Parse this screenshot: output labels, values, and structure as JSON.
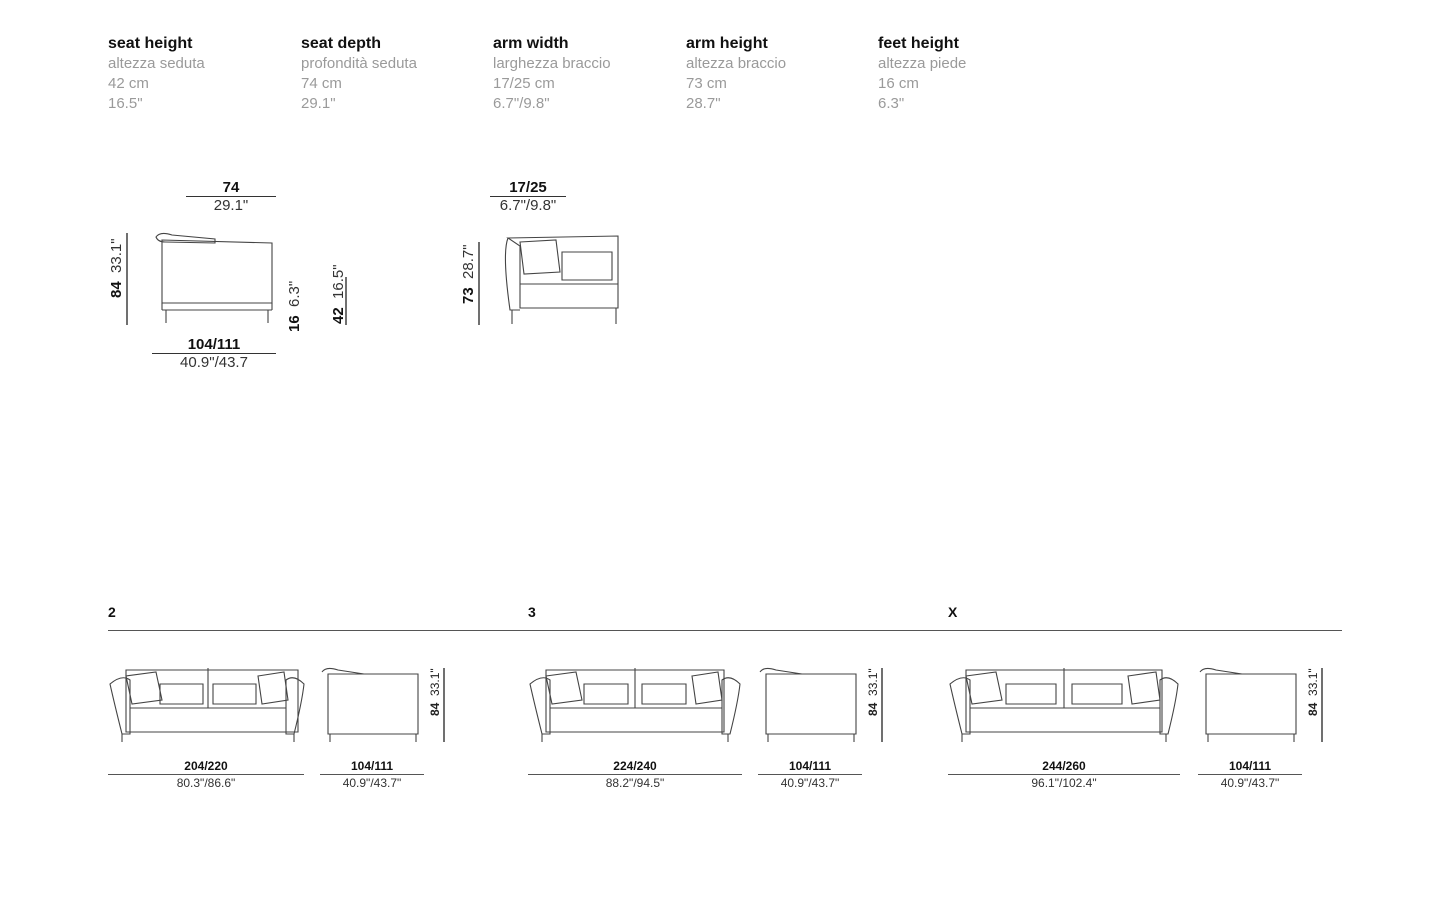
{
  "specs": [
    {
      "title": "seat height",
      "sub": "altezza seduta",
      "cm": "42 cm",
      "inch": "16.5\""
    },
    {
      "title": "seat depth",
      "sub": "profondità seduta",
      "cm": "74 cm",
      "inch": "29.1\""
    },
    {
      "title": "arm width",
      "sub": "larghezza braccio",
      "cm": "17/25 cm",
      "inch": "6.7\"/9.8\""
    },
    {
      "title": "arm height",
      "sub": "altezza braccio",
      "cm": "73 cm",
      "inch": "28.7\""
    },
    {
      "title": "feet height",
      "sub": "altezza piede",
      "cm": "16 cm",
      "inch": "6.3\""
    }
  ],
  "side_view": {
    "top_cm": "74",
    "top_in": "29.1\"",
    "height_cm": "84",
    "height_in": "33.1\"",
    "depth_cm": "104/111",
    "depth_in": "40.9\"/43.7",
    "feet_cm": "16",
    "feet_in": "6.3\"",
    "seat_cm": "42",
    "seat_in": "16.5\""
  },
  "arm_view": {
    "top_cm": "17/25",
    "top_in": "6.7\"/9.8\"",
    "height_cm": "73",
    "height_in": "28.7\""
  },
  "sections": [
    {
      "label": "2",
      "width_cm": "204/220",
      "width_in": "80.3\"/86.6\"",
      "depth_cm": "104/111",
      "depth_in": "40.9\"/43.7\"",
      "h_cm": "84",
      "h_in": "33.1\""
    },
    {
      "label": "3",
      "width_cm": "224/240",
      "width_in": "88.2\"/94.5\"",
      "depth_cm": "104/111",
      "depth_in": "40.9\"/43.7\"",
      "h_cm": "84",
      "h_in": "33.1\""
    },
    {
      "label": "X",
      "width_cm": "244/260",
      "width_in": "96.1\"/102.4\"",
      "depth_cm": "104/111",
      "depth_in": "40.9\"/43.7\"",
      "h_cm": "84",
      "h_in": "33.1\""
    }
  ]
}
